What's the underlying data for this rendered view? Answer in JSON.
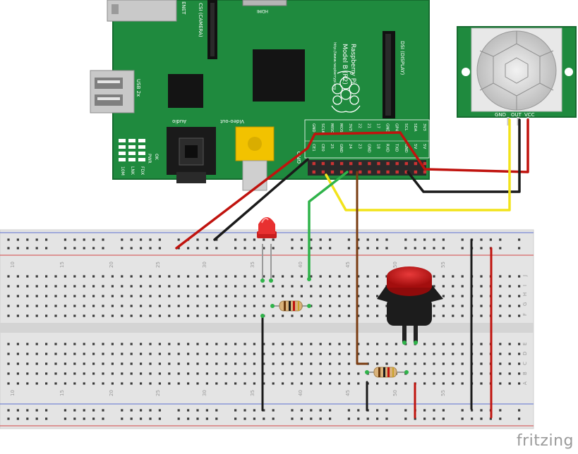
{
  "app": {
    "watermark": "fritzing"
  },
  "colors": {
    "pcb": "#1f8a3e",
    "pcb_dark": "#166b2f",
    "breadboard": "#e6e6e6",
    "rail_red": "#d34545",
    "rail_blue": "#5d6fd1",
    "wire_red": "#c0130e",
    "wire_black": "#1a1a1a",
    "wire_yellow": "#f2e31b",
    "wire_green": "#2fb34a",
    "wire_brown": "#7a3d12",
    "led_red": "#e83030",
    "button_red": "#c81515"
  },
  "raspberry_pi": {
    "model_line1": "Raspberry Pi",
    "model_line2": "Model B (R2)",
    "url": "http://www.raspberrypi.org",
    "usb_label": "USB 2x",
    "audio_label": "Audio",
    "video_label": "Video-out",
    "csi_label": "CSI (CAMERA)",
    "dsi_label": "DSI (DISPLAY)",
    "hdmi_label": "HDMI",
    "ethernet_label": "ENET",
    "gpio_label": "GPIO",
    "leds_left": [
      "10M",
      "LNK",
      "FDX"
    ],
    "leds_right": [
      "OK",
      "PWR"
    ],
    "header_top": [
      "3V3",
      "SDA",
      "SCL",
      "GP4",
      "GND",
      "17",
      "21",
      "22",
      "3V3",
      "MOSI",
      "MISO",
      "SCLK",
      "GND"
    ],
    "header_bottom": [
      "5V",
      "5V",
      "GND",
      "TXD",
      "RXD",
      "18",
      "GND",
      "23",
      "24",
      "GND",
      "25",
      "CE0",
      "CE1"
    ]
  },
  "pir_sensor": {
    "pins": [
      "GND",
      "OUT",
      "VCC"
    ]
  },
  "breadboard": {
    "column_numbers": [
      "10",
      "15",
      "20",
      "25",
      "30",
      "35",
      "40",
      "45",
      "50",
      "55"
    ],
    "row_letters_top": [
      "J",
      "I",
      "H",
      "G",
      "F"
    ],
    "row_letters_bottom": [
      "E",
      "D",
      "C",
      "B",
      "A"
    ]
  }
}
